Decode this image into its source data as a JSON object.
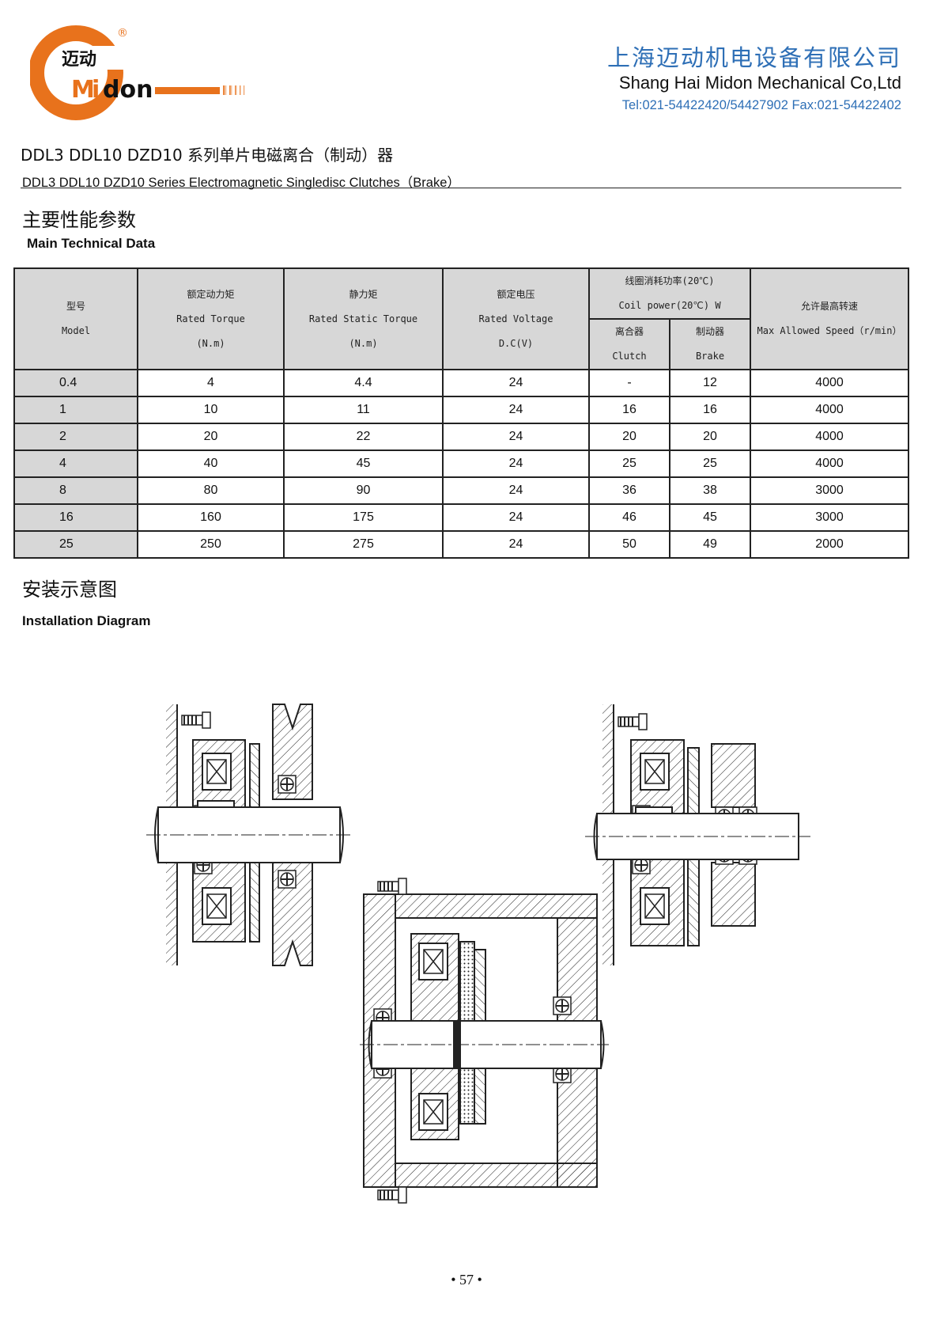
{
  "brand": {
    "logo_cn": "迈动",
    "logo_en": "Midon",
    "registered_mark": "®",
    "accent_color": "#e8721c",
    "blue_color": "#2e6fb6"
  },
  "company": {
    "name_cn": "上海迈动机电设备有限公司",
    "name_en": "Shang Hai Midon Mechanical Co,Ltd",
    "contact": "Tel:021-54422420/54427902 Fax:021-54422402"
  },
  "document": {
    "title_cn": "DDL3 DDL10 DZD10 系列单片电磁离合（制动）器",
    "title_en": "DDL3 DDL10 DZD10 Series Electromagnetic Singledisc Clutches（Brake）"
  },
  "sections": {
    "tech_cn": "主要性能参数",
    "tech_en": "Main Technical Data",
    "install_cn": "安装示意图",
    "install_en": "Installation Diagram"
  },
  "table": {
    "headers": {
      "model_cn": "型号",
      "model_en": "Model",
      "torque_cn": "额定动力矩",
      "torque_en": "Rated Torque",
      "torque_unit": "(N.m)",
      "static_cn": "静力矩",
      "static_en": "Rated Static Torque",
      "static_unit": "(N.m)",
      "voltage_cn": "额定电压",
      "voltage_en": "Rated Voltage",
      "voltage_unit": "D.C(V)",
      "coil_cn": "线圈消耗功率(20℃)",
      "coil_en": "Coil  power(20℃) W",
      "clutch_cn": "离合器",
      "clutch_en": "Clutch",
      "brake_cn": "制动器",
      "brake_en": "Brake",
      "speed_cn": "允许最高转速",
      "speed_en": "Max Allowed Speed（r/min）"
    },
    "rows": [
      {
        "model": "0.4",
        "torque": "4",
        "static": "4.4",
        "voltage": "24",
        "clutch": "-",
        "brake": "12",
        "speed": "4000"
      },
      {
        "model": "1",
        "torque": "10",
        "static": "11",
        "voltage": "24",
        "clutch": "16",
        "brake": "16",
        "speed": "4000"
      },
      {
        "model": "2",
        "torque": "20",
        "static": "22",
        "voltage": "24",
        "clutch": "20",
        "brake": "20",
        "speed": "4000"
      },
      {
        "model": "4",
        "torque": "40",
        "static": "45",
        "voltage": "24",
        "clutch": "25",
        "brake": "25",
        "speed": "4000"
      },
      {
        "model": "8",
        "torque": "80",
        "static": "90",
        "voltage": "24",
        "clutch": "36",
        "brake": "38",
        "speed": "3000"
      },
      {
        "model": "16",
        "torque": "160",
        "static": "175",
        "voltage": "24",
        "clutch": "46",
        "brake": "45",
        "speed": "3000"
      },
      {
        "model": "25",
        "torque": "250",
        "static": "275",
        "voltage": "24",
        "clutch": "50",
        "brake": "49",
        "speed": "2000"
      }
    ]
  },
  "footer": {
    "page_number": "• 57 •"
  }
}
